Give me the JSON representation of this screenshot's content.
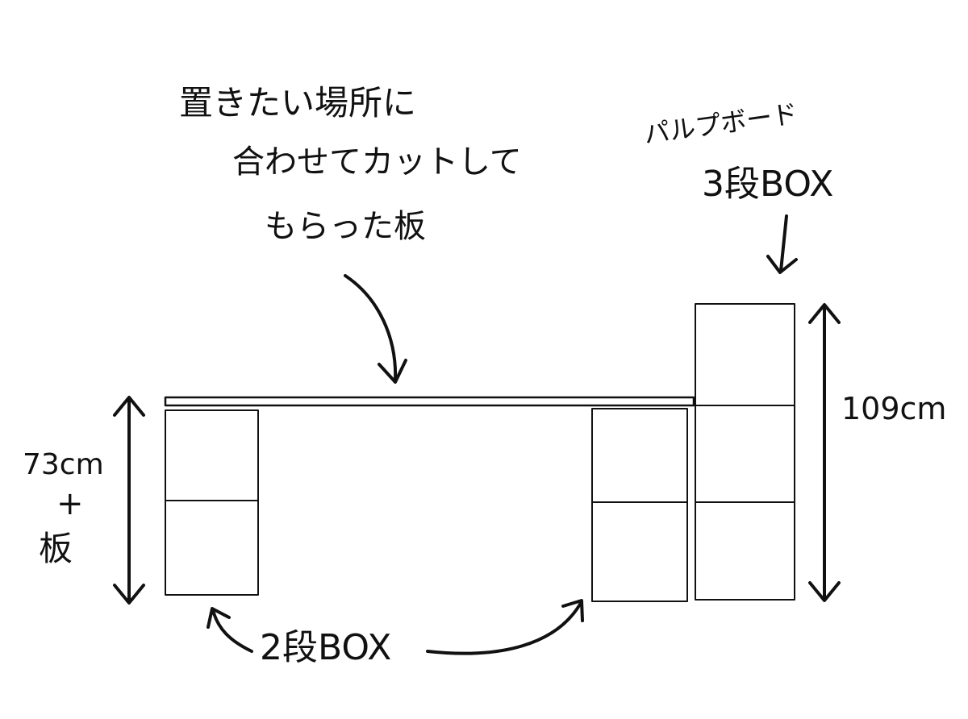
{
  "annotations": {
    "board_label": [
      "置きたい場所に",
      "合わせてカットして",
      "もらった板"
    ],
    "pulp_board_label": "パルプボード",
    "three_tier_label": "3段BOX",
    "height_right": "109cm",
    "height_left": [
      "73cm",
      "+",
      "板"
    ],
    "two_tier_label": "2段BOX"
  }
}
